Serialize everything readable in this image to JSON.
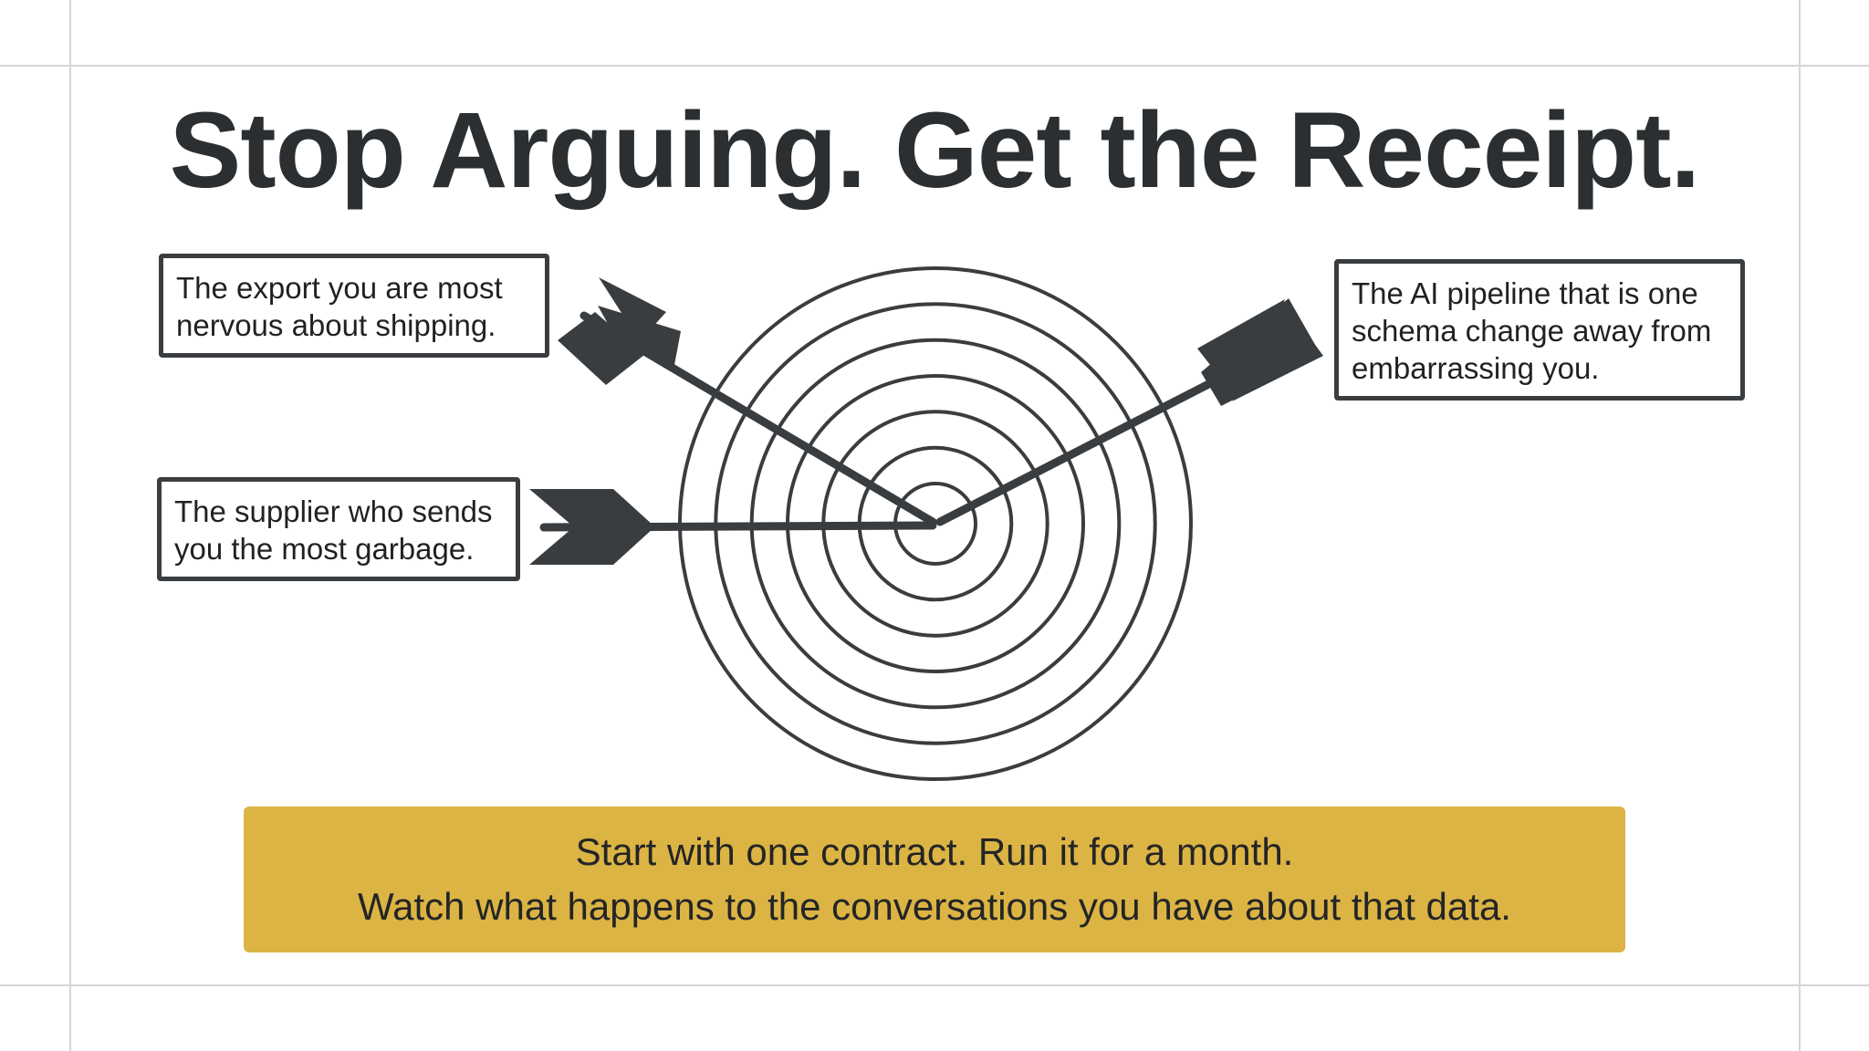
{
  "title": "Stop Arguing. Get the Receipt.",
  "callouts": {
    "export": {
      "lines": [
        "The export you are most",
        "nervous about shipping."
      ]
    },
    "supplier": {
      "lines": [
        "The supplier who sends",
        "you the most garbage."
      ]
    },
    "ai_pipeline": {
      "lines": [
        "The AI pipeline that is one",
        "schema change away from",
        "embarrassing you."
      ]
    }
  },
  "diagram": {
    "icon": "target-icon",
    "arrows": [
      "arrow-icon",
      "arrow-icon",
      "arrow-icon"
    ],
    "ring_count": 7,
    "stroke_color": "#3a3d40"
  },
  "banner": {
    "line1": "Start with one contract. Run it for a month.",
    "line2": "Watch what happens to the conversations you have about that data.",
    "color": "#dcb444"
  }
}
